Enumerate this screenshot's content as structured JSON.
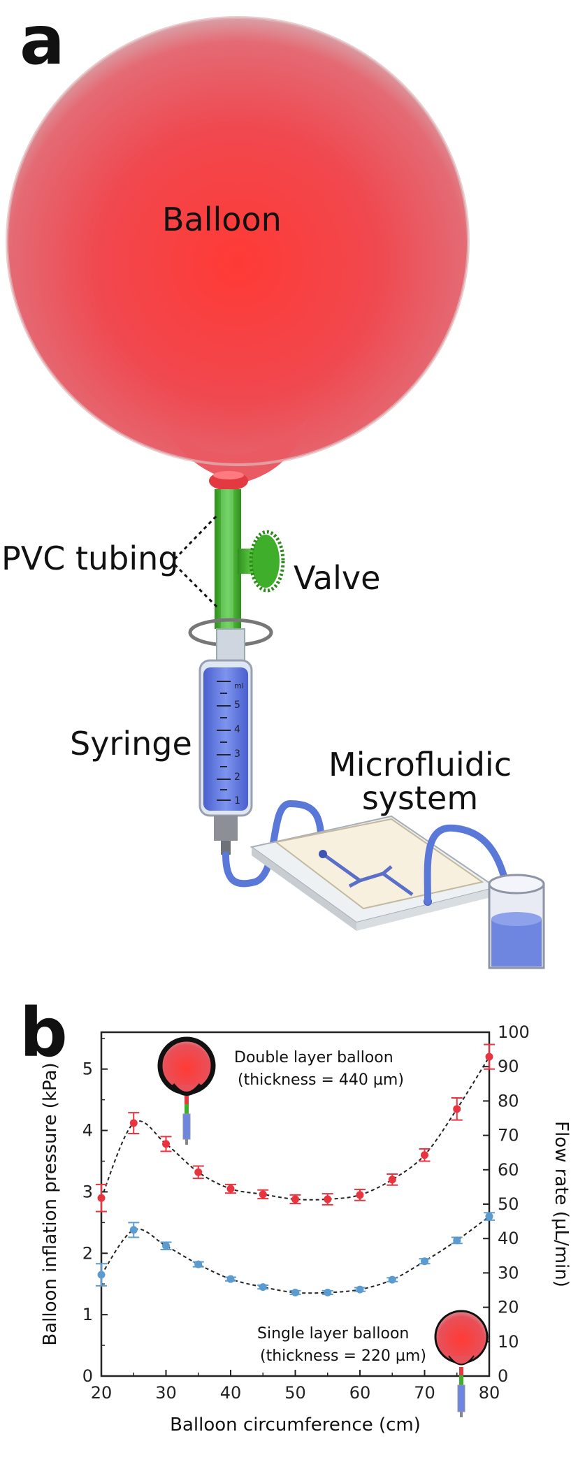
{
  "panel_a": {
    "letter": "a",
    "labels": {
      "balloon": "Balloon",
      "pvc": "PVC tubing",
      "valve": "Valve",
      "syringe": "Syringe",
      "microfluidic_line1": "Microfluidic",
      "microfluidic_line2": "system"
    },
    "syringe_marks": [
      "1",
      "2",
      "3",
      "4",
      "5"
    ],
    "syringe_unit": "ml"
  },
  "panel_b": {
    "letter": "b",
    "annotations": {
      "double_line1": "Double layer balloon",
      "double_line2": "(thickness = 440 µm)",
      "single_line1": "Single layer balloon",
      "single_line2": "(thickness = 220 µm)"
    }
  },
  "colors": {
    "red": "#e8343f",
    "blue": "#5b9bd0",
    "balloon": "#ef3a45",
    "tube_green": "#3fae2a",
    "syringe_blue": "#5a74dd"
  },
  "chart_data": {
    "type": "scatter",
    "xlabel": "Balloon circumference (cm)",
    "ylabel": "Balloon inflation pressure (kPa)",
    "y2label": "Flow rate (µL/min)",
    "xlim": [
      20,
      80
    ],
    "ylim": [
      0,
      5.6
    ],
    "y2lim": [
      0,
      100
    ],
    "xticks": [
      "20",
      "30",
      "40",
      "50",
      "60",
      "70",
      "80"
    ],
    "yticks": [
      "0",
      "1",
      "2",
      "3",
      "4",
      "5"
    ],
    "y2ticks": [
      "0",
      "10",
      "20",
      "30",
      "40",
      "50",
      "60",
      "70",
      "80",
      "90",
      "100"
    ],
    "x": [
      20,
      25,
      30,
      35,
      40,
      45,
      50,
      55,
      60,
      65,
      70,
      75,
      80
    ],
    "series": [
      {
        "name": "Double layer balloon",
        "color": "#e8343f",
        "values": [
          2.9,
          4.12,
          3.78,
          3.32,
          3.05,
          2.96,
          2.88,
          2.88,
          2.95,
          3.2,
          3.6,
          4.35,
          5.2
        ],
        "errors": [
          0.22,
          0.17,
          0.12,
          0.1,
          0.07,
          0.07,
          0.07,
          0.09,
          0.09,
          0.09,
          0.1,
          0.18,
          0.2
        ]
      },
      {
        "name": "Single layer balloon",
        "color": "#5b9bd0",
        "values": [
          1.65,
          2.38,
          2.12,
          1.82,
          1.58,
          1.45,
          1.36,
          1.36,
          1.41,
          1.57,
          1.87,
          2.21,
          2.6
        ],
        "errors": [
          0.18,
          0.12,
          0.06,
          0.04,
          0.03,
          0.03,
          0.03,
          0.03,
          0.03,
          0.03,
          0.04,
          0.05,
          0.06
        ]
      }
    ]
  }
}
